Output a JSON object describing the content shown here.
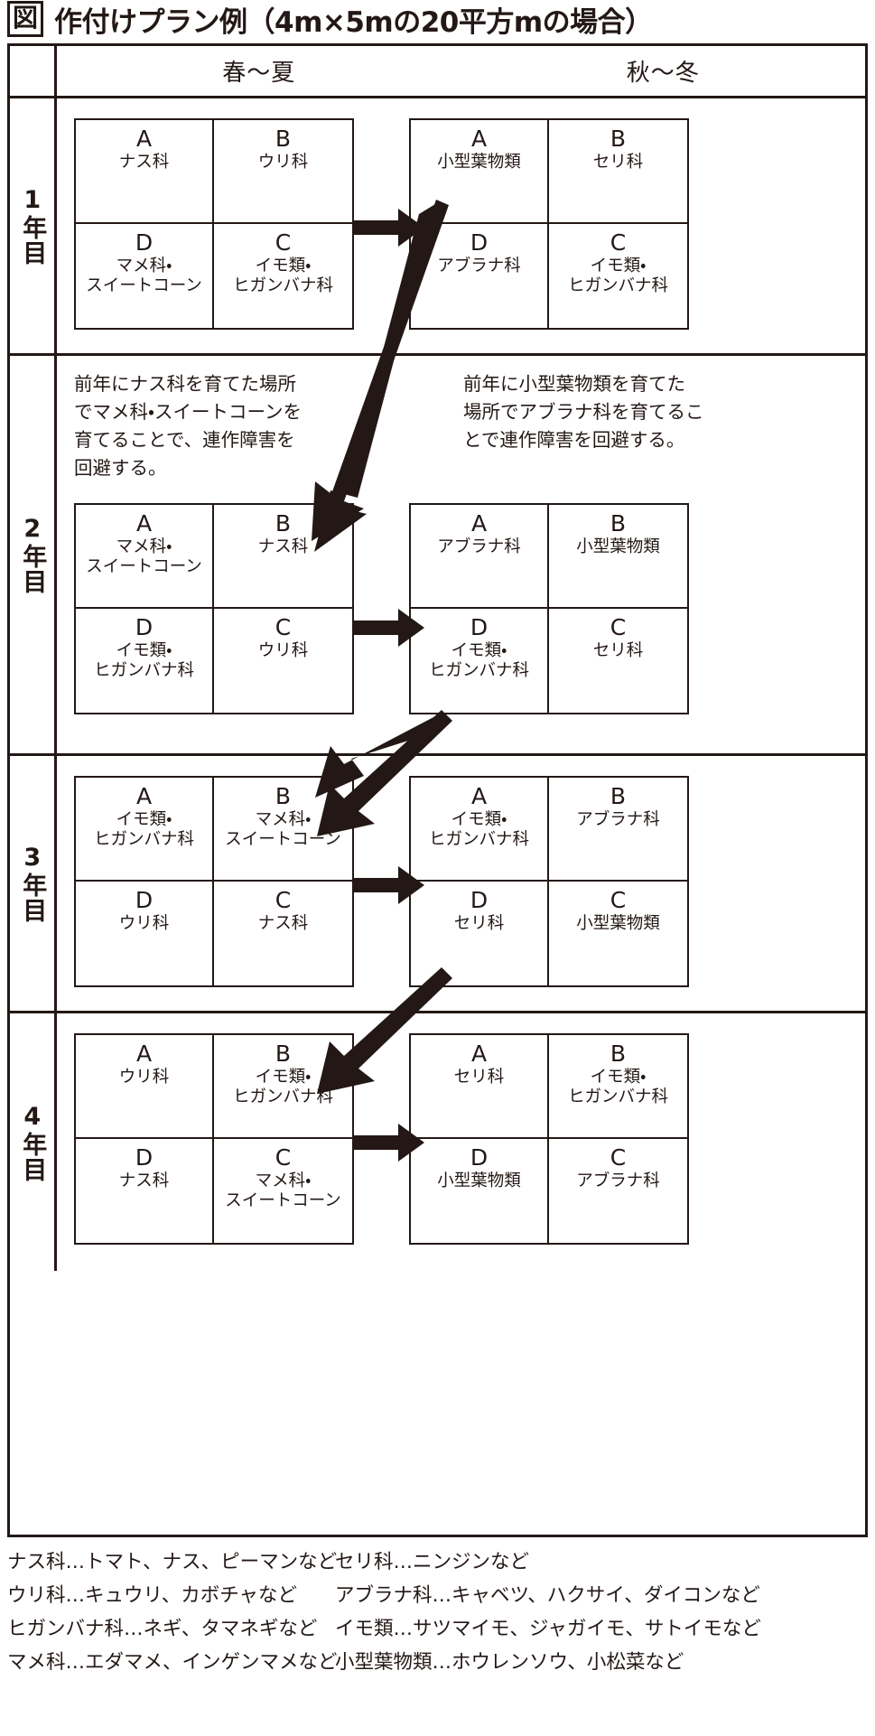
{
  "title": {
    "badge": "図",
    "text": "作付けプラン例（4m×5mの20平方mの場合）"
  },
  "header": {
    "season_spring_summer": "春〜夏",
    "season_autumn_winter": "秋〜冬"
  },
  "years": [
    {
      "label": "1年目",
      "notes": {
        "left": [],
        "right": []
      },
      "spring_summer": [
        {
          "letter": "A",
          "crop": "ナス科"
        },
        {
          "letter": "B",
          "crop": "ウリ科"
        },
        {
          "letter": "D",
          "crop": "マメ科・\nスイートコーン"
        },
        {
          "letter": "C",
          "crop": "イモ類・\nヒガンバナ科"
        }
      ],
      "autumn_winter": [
        {
          "letter": "A",
          "crop": "小型葉物類"
        },
        {
          "letter": "B",
          "crop": "セリ科"
        },
        {
          "letter": "D",
          "crop": "アブラナ科"
        },
        {
          "letter": "C",
          "crop": "イモ類・\nヒガンバナ科"
        }
      ]
    },
    {
      "label": "2年目",
      "notes": {
        "left": [
          "前年にナス科を育てた場所",
          "でマメ科・スイートコーンを",
          "育てることで、連作障害を",
          "回避する。"
        ],
        "right": [
          "前年に小型葉物類を育てた",
          "場所でアブラナ科を育てるこ",
          "とで連作障害を回避する。"
        ]
      },
      "spring_summer": [
        {
          "letter": "A",
          "crop": "マメ科・\nスイートコーン"
        },
        {
          "letter": "B",
          "crop": "ナス科"
        },
        {
          "letter": "D",
          "crop": "イモ類・\nヒガンバナ科"
        },
        {
          "letter": "C",
          "crop": "ウリ科"
        }
      ],
      "autumn_winter": [
        {
          "letter": "A",
          "crop": "アブラナ科"
        },
        {
          "letter": "B",
          "crop": "小型葉物類"
        },
        {
          "letter": "D",
          "crop": "イモ類・\nヒガンバナ科"
        },
        {
          "letter": "C",
          "crop": "セリ科"
        }
      ]
    },
    {
      "label": "3年目",
      "notes": {
        "left": [],
        "right": []
      },
      "spring_summer": [
        {
          "letter": "A",
          "crop": "イモ類・\nヒガンバナ科"
        },
        {
          "letter": "B",
          "crop": "マメ科・\nスイートコーン"
        },
        {
          "letter": "D",
          "crop": "ウリ科"
        },
        {
          "letter": "C",
          "crop": "ナス科"
        }
      ],
      "autumn_winter": [
        {
          "letter": "A",
          "crop": "イモ類・\nヒガンバナ科"
        },
        {
          "letter": "B",
          "crop": "アブラナ科"
        },
        {
          "letter": "D",
          "crop": "セリ科"
        },
        {
          "letter": "C",
          "crop": "小型葉物類"
        }
      ]
    },
    {
      "label": "4年目",
      "notes": {
        "left": [],
        "right": []
      },
      "spring_summer": [
        {
          "letter": "A",
          "crop": "ウリ科"
        },
        {
          "letter": "B",
          "crop": "イモ類・\nヒガンバナ科"
        },
        {
          "letter": "D",
          "crop": "ナス科"
        },
        {
          "letter": "C",
          "crop": "マメ科・\nスイートコーン"
        }
      ],
      "autumn_winter": [
        {
          "letter": "A",
          "crop": "セリ科"
        },
        {
          "letter": "B",
          "crop": "イモ類・\nヒガンバナ科"
        },
        {
          "letter": "D",
          "crop": "小型葉物類"
        },
        {
          "letter": "C",
          "crop": "アブラナ科"
        }
      ]
    }
  ],
  "legend": {
    "left": [
      "ナス科…トマト、ナス、ピーマンなど",
      "ウリ科…キュウリ、カボチャなど",
      "ヒガンバナ科…ネギ、タマネギなど",
      "マメ科…エダマメ、インゲンマメなど"
    ],
    "right": [
      "セリ科…ニンジンなど",
      "アブラナ科…キャベツ、ハクサイ、ダイコンなど",
      "イモ類…サツマイモ、ジャガイモ、サトイモなど",
      "小型葉物類…ホウレンソウ、小松菜など"
    ]
  },
  "colors": {
    "ink": "#231815",
    "background": "#ffffff"
  }
}
